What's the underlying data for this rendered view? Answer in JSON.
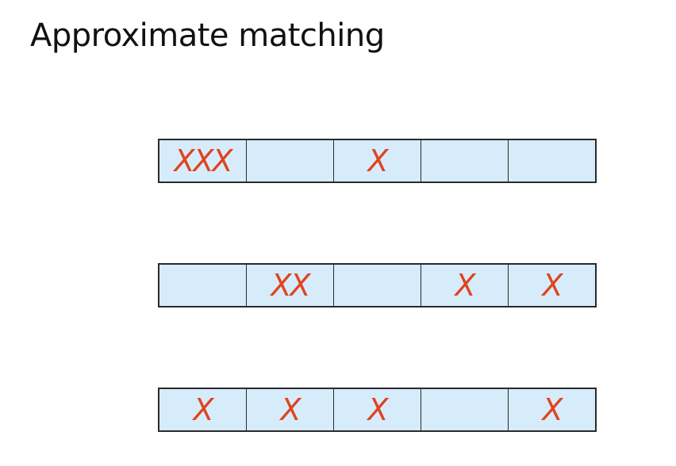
{
  "title": "Approximate matching",
  "rows": [
    {
      "cells": [
        "XXX",
        "",
        "X",
        "",
        ""
      ]
    },
    {
      "cells": [
        "",
        "XX",
        "",
        "X",
        "X"
      ]
    },
    {
      "cells": [
        "X",
        "X",
        "X",
        "",
        "X"
      ]
    }
  ],
  "colors": {
    "cell_fill": "#d6ecfa",
    "mark": "#e0441f",
    "border": "#2a2a2a"
  }
}
